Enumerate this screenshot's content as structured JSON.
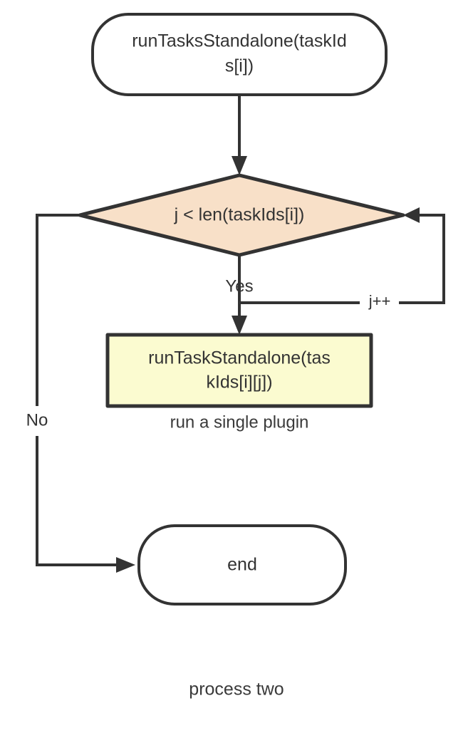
{
  "diagram": {
    "type": "flowchart",
    "caption": "process two",
    "background_color": "#ffffff",
    "stroke_color": "#333333",
    "text_color": "#333333"
  },
  "nodes": {
    "start": {
      "shape": "stadium",
      "line1": "runTasksStandalone(taskId",
      "line2": "s[i])",
      "full_text": "runTasksStandalone(taskIds[i])",
      "fill": "#ffffff"
    },
    "decision": {
      "shape": "diamond",
      "text": "j < len(taskIds[i])",
      "fill": "#f8e0c8"
    },
    "process": {
      "shape": "rectangle",
      "line1": "runTaskStandalone(tas",
      "line2": "kIds[i][j])",
      "full_text": "runTaskStandalone(taskIds[i][j])",
      "fill": "#fbfbd0",
      "caption": "run a single plugin"
    },
    "end": {
      "shape": "stadium",
      "text": "end",
      "fill": "#ffffff"
    }
  },
  "edges": {
    "start_to_decision": {
      "label": ""
    },
    "decision_yes": {
      "label": "Yes"
    },
    "decision_no": {
      "label": "No"
    },
    "loop_back": {
      "label": "j++"
    }
  }
}
